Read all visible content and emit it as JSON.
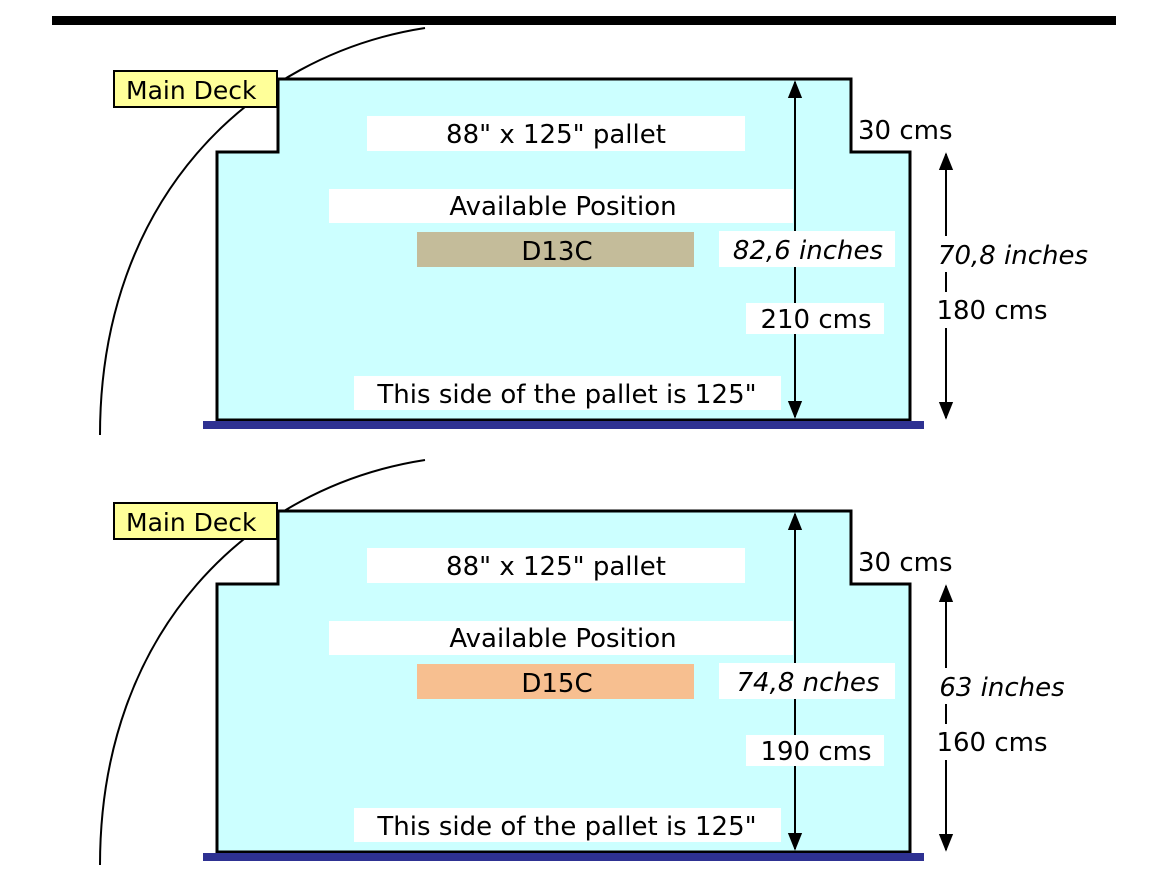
{
  "colors": {
    "hold_fill": "#ccffff",
    "floor": "#2e3192",
    "label_fill": "#ffff99",
    "d13c_bar": "#c4bc9a",
    "d15c_bar": "#f7bf90"
  },
  "panels": [
    {
      "deck_label": "Main Deck",
      "pallet_label": "88\" x 125\" pallet",
      "step_height": "30 cms",
      "available_label": "Available Position",
      "position_code": "D13C",
      "inner_inches": "82,6 inches",
      "inner_cms": "210 cms",
      "outer_inches": "70,8 inches",
      "outer_cms": "180 cms",
      "side_note": "This side of the pallet is 125\""
    },
    {
      "deck_label": "Main Deck",
      "pallet_label": "88\" x 125\" pallet",
      "step_height": "30 cms",
      "available_label": "Available Position",
      "position_code": "D15C",
      "inner_inches": "74,8 nches",
      "inner_cms": "190 cms",
      "outer_inches": "63 inches",
      "outer_cms": "160 cms",
      "side_note": "This side of the pallet is 125\""
    }
  ]
}
